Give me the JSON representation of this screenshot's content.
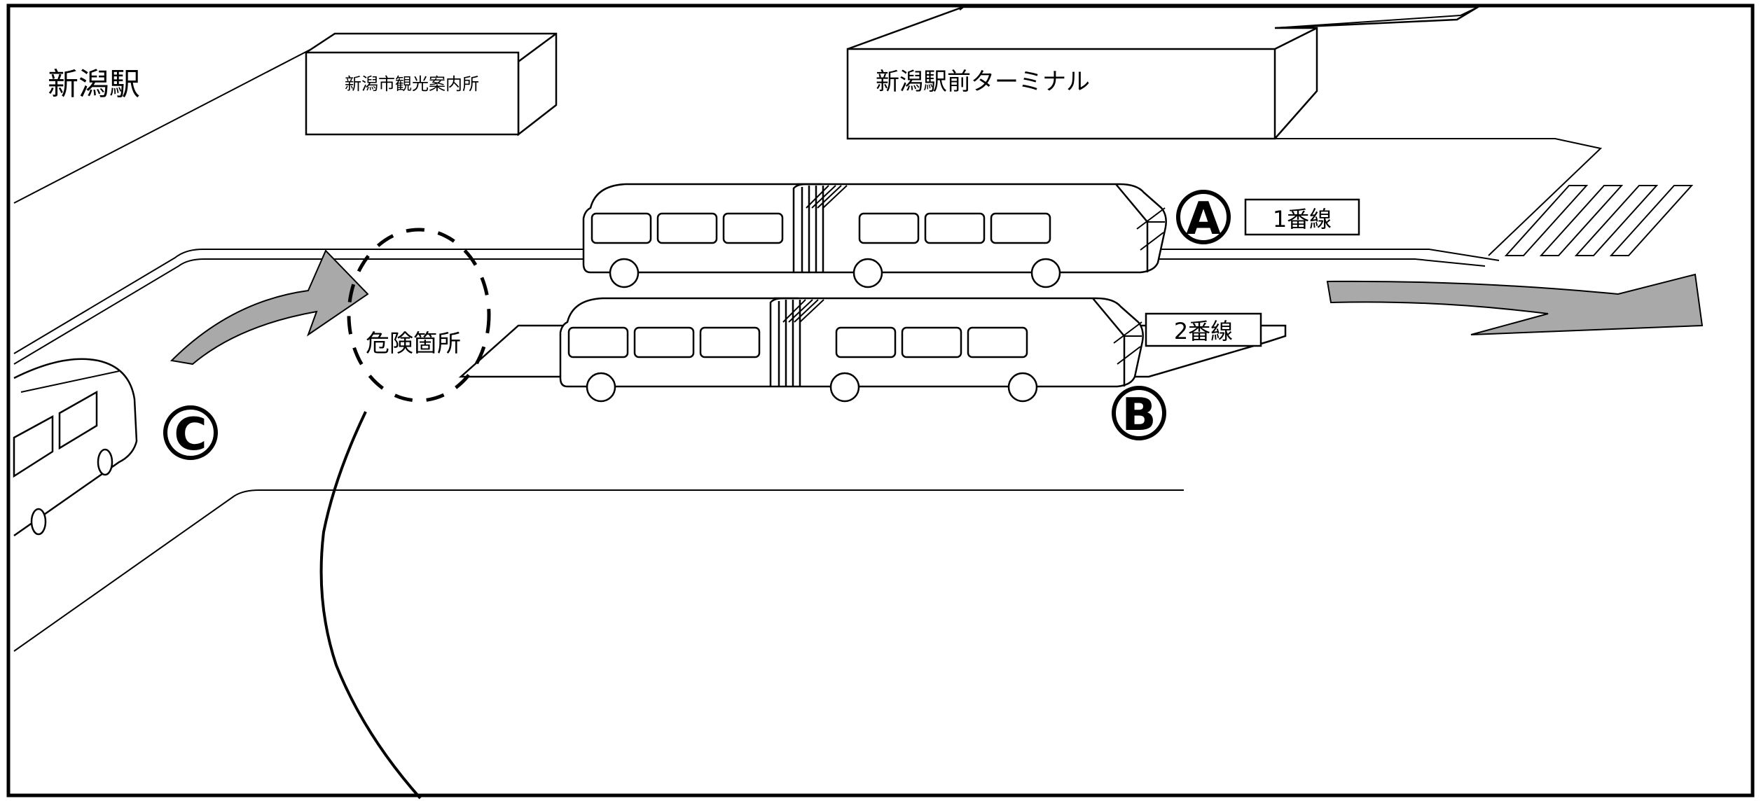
{
  "diagram": {
    "station_label": "新潟駅",
    "tourist_info_label": "新潟市観光案内所",
    "terminal_label": "新潟駅前ターミナル",
    "track1_label": "1番線",
    "track2_label": "2番線",
    "danger_label": "危険箇所",
    "marker_a": "A",
    "marker_b": "B",
    "marker_c": "C"
  },
  "colors": {
    "line": "#000000",
    "arrow_fill": "#a9a9a9",
    "background": "#ffffff"
  }
}
